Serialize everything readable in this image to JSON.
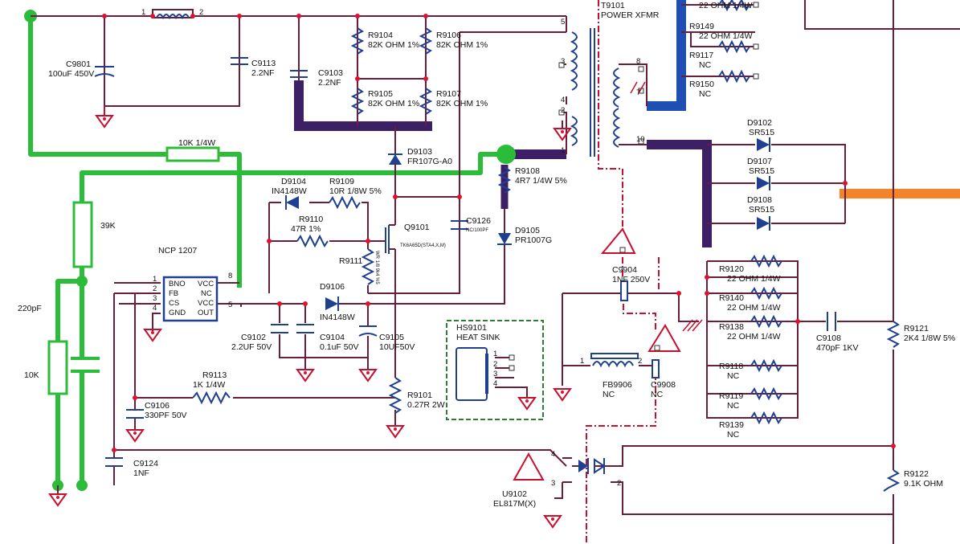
{
  "labels": {
    "c9801": [
      "C9801",
      "100uF 450V"
    ],
    "c9113": [
      "C9113",
      "2.2NF"
    ],
    "c9103": [
      "C9103",
      "2.2NF"
    ],
    "r9104": [
      "R9104",
      "82K OHM 1%"
    ],
    "r9106": [
      "R9106",
      "82K OHM 1%"
    ],
    "r9105": [
      "R9105",
      "82K OHM 1%"
    ],
    "r9107": [
      "R9107",
      "82K OHM 1%"
    ],
    "t9101": [
      "T9101",
      "POWER XFMR"
    ],
    "r_top": [
      "22 OHM 1/4W"
    ],
    "r9149": [
      "R9149",
      "22 OHM 1/4W"
    ],
    "r9117": [
      "R9117",
      "NC"
    ],
    "r9150": [
      "R9150",
      "NC"
    ],
    "r10k": [
      "10K 1/4W"
    ],
    "d9103": [
      "D9103",
      "FR107G-A0"
    ],
    "r9108": [
      "R9108",
      "4R7 1/4W 5%"
    ],
    "d9104": [
      "D9104",
      "IN4148W"
    ],
    "r9109": [
      "R9109",
      "10R 1/8W 5%"
    ],
    "r9110": [
      "R9110",
      "47R 1%"
    ],
    "q9101": [
      "Q9101",
      "TK6A65D(STA4,X,M)"
    ],
    "c9126": [
      "C9126",
      "NC/100PF"
    ],
    "d9105": [
      "D9105",
      "PR1007G"
    ],
    "r9111": [
      "R9111",
      "WR 1/8 9k4 %5"
    ],
    "r39k": [
      "39K"
    ],
    "ncp": [
      "NCP 1207"
    ],
    "ic_pins": {
      "bno": "BNO",
      "fb": "FB",
      "cs": "CS",
      "gnd": "GND",
      "vcc": "VCC",
      "nc": "NC",
      "vcc2": "VCC",
      "out": "OUT"
    },
    "d9106": [
      "D9106",
      "IN4148W"
    ],
    "c220": [
      "220pF"
    ],
    "c9102": [
      "C9102",
      "2.2UF 50V"
    ],
    "c9104": [
      "C9104",
      "0.1uF 50V"
    ],
    "c9105": [
      "C9105",
      "10UF50V"
    ],
    "r10k_left": [
      "10K"
    ],
    "r9113": [
      "R9113",
      "1K 1/4W"
    ],
    "r9101": [
      "R9101",
      "0.27R 2W"
    ],
    "c9106": [
      "C9106",
      "330PF 50V"
    ],
    "c9124": [
      "C9124",
      "1NF"
    ],
    "hs9101": [
      "HS9101",
      "HEAT SINK"
    ],
    "d9102": [
      "D9102",
      "SR515"
    ],
    "d9107": [
      "D9107",
      "SR515"
    ],
    "d9108": [
      "D9108",
      "SR515"
    ],
    "c9904": [
      "C9904",
      "1NF 250V"
    ],
    "fb9906": [
      "FB9906",
      "NC"
    ],
    "c9908": [
      "C9908",
      "NC"
    ],
    "r9120": [
      "R9120",
      "22 OHM 1/4W"
    ],
    "r9140": [
      "R9140",
      "22 OHM 1/4W"
    ],
    "r9138": [
      "R9138",
      "22 OHM 1/4W"
    ],
    "r9118": [
      "R9118",
      "NC"
    ],
    "r9119": [
      "R9119",
      "NC"
    ],
    "r9139": [
      "R9139",
      "NC"
    ],
    "c9108": [
      "C9108",
      "470pF 1KV"
    ],
    "r9121": [
      "R9121",
      "2K4 1/8W 5%"
    ],
    "r9122": [
      "R9122",
      "9.1K OHM"
    ],
    "u9102": [
      "U9102",
      "EL817M(X)"
    ]
  },
  "pins": {
    "l_in_1": "1",
    "l_in_2": "2",
    "t5": "5",
    "t3": "3",
    "t4": "4",
    "t2": "2",
    "t1": "1",
    "t8": "8",
    "t7": "7",
    "t10": "10",
    "ic1": "1",
    "ic2": "2",
    "ic3": "3",
    "ic4": "4",
    "ic8": "8",
    "ic5": "5",
    "hs1": "1",
    "hs2": "2",
    "hs3": "3",
    "hs4": "4",
    "fb1": "1",
    "fb2": "2",
    "u4": "4",
    "u3": "3",
    "u2": "2"
  },
  "colors": {
    "wire": "#6b1d3c",
    "highlight_green": "#2bbd3a",
    "highlight_purple": "#3d1f66",
    "highlight_blue": "#1f4fb3",
    "highlight_orange": "#f5832a",
    "ground": "#c8102e",
    "component_blue": "#1f3f8f"
  }
}
